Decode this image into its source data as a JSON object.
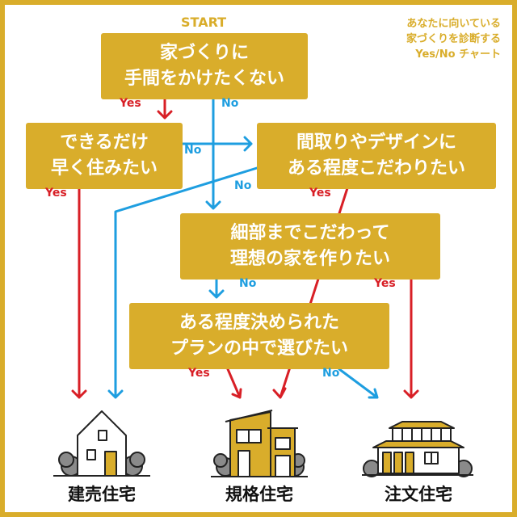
{
  "start_label": "START",
  "note": [
    "あなたに向いている",
    "家づくりを診断する",
    "Yes/No チャート"
  ],
  "questions": {
    "q1": [
      "家づくりに",
      "手間をかけたくない"
    ],
    "q2": [
      "できるだけ",
      "早く住みたい"
    ],
    "q3": [
      "間取りやデザインに",
      "ある程度こだわりたい"
    ],
    "q4": [
      "細部までこだわって",
      "理想の家を作りたい"
    ],
    "q5": [
      "ある程度決められた",
      "プランの中で選びたい"
    ]
  },
  "yes_label": "Yes",
  "no_label": "No",
  "results": {
    "tateuri": "建売住宅",
    "kikaku": "規格住宅",
    "chumon": "注文住宅"
  },
  "colors": {
    "accent": "#d9ad2b",
    "yes": "#d81f26",
    "no": "#1e9ee0",
    "text_dark": "#111111",
    "tree_gray": "#8a8a8a"
  },
  "icons": [
    "house-ready-built-icon",
    "house-standard-plan-icon",
    "house-custom-built-icon"
  ]
}
